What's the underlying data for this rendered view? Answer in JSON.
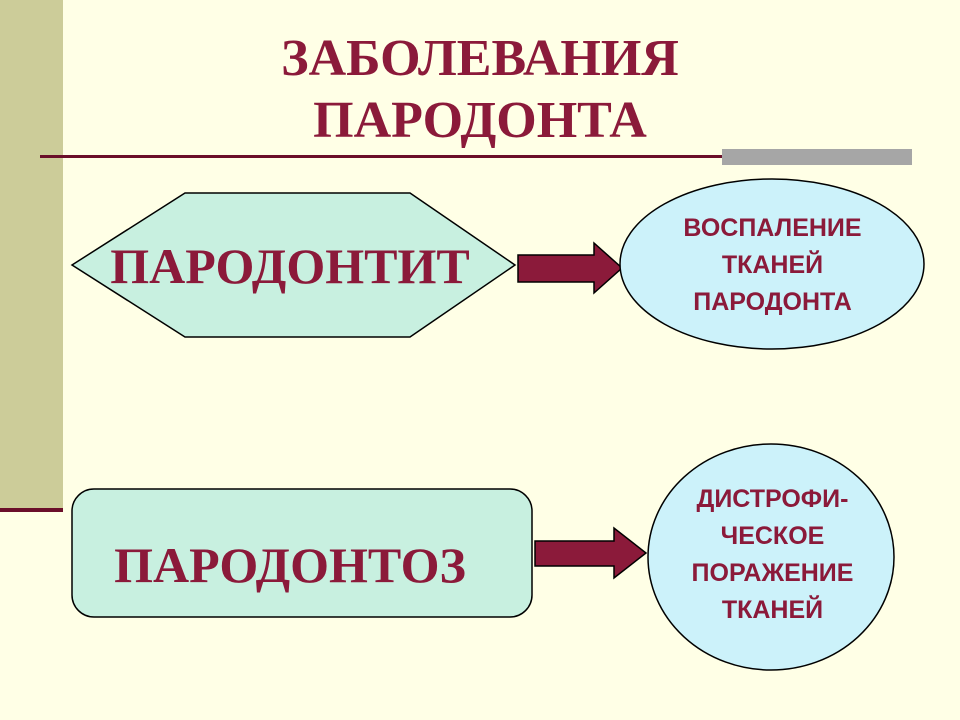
{
  "title": {
    "line1": "ЗАБОЛЕВАНИЯ",
    "line2": "ПАРОДОНТА"
  },
  "nodes": {
    "periodontitis": "ПАРОДОНТИТ",
    "periodontosis": "ПАРОДОНТОЗ"
  },
  "results": {
    "inflammation": [
      "ВОСПАЛЕНИЕ",
      "ТКАНЕЙ",
      "ПАРОДОНТА"
    ],
    "dystrophy": [
      "ДИСТРОФИ-",
      "ЧЕСКОЕ",
      "ПОРАЖЕНИЕ",
      "ТКАНЕЙ"
    ]
  },
  "colors": {
    "background": "#ffffe6",
    "text": "#8b1a3a",
    "shape_fill": "#c8f0e0",
    "oval_fill": "#ccf2fa",
    "arrow_fill": "#8b1a3a",
    "side_band": "#cccc99"
  }
}
